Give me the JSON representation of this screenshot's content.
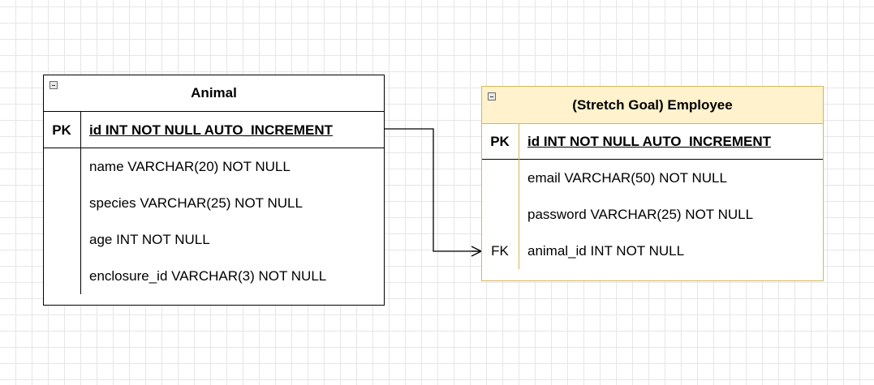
{
  "tables": {
    "animal": {
      "title": "Animal",
      "pk_key": "PK",
      "pk_field": "id INT NOT NULL AUTO_INCREMENT",
      "fields": [
        "name VARCHAR(20) NOT NULL",
        "species VARCHAR(25) NOT NULL",
        "age INT NOT NULL",
        "enclosure_id VARCHAR(3) NOT NULL"
      ]
    },
    "employee": {
      "title": "(Stretch Goal) Employee",
      "pk_key": "PK",
      "pk_field": "id INT NOT NULL AUTO_INCREMENT",
      "fields": [
        "email VARCHAR(50) NOT NULL",
        "password VARCHAR(25) NOT NULL",
        "animal_id INT NOT NULL"
      ],
      "fk_key": "FK"
    }
  },
  "colors": {
    "employee_fill": "#fff2cc",
    "employee_border": "#d6b656",
    "line": "#000000"
  }
}
